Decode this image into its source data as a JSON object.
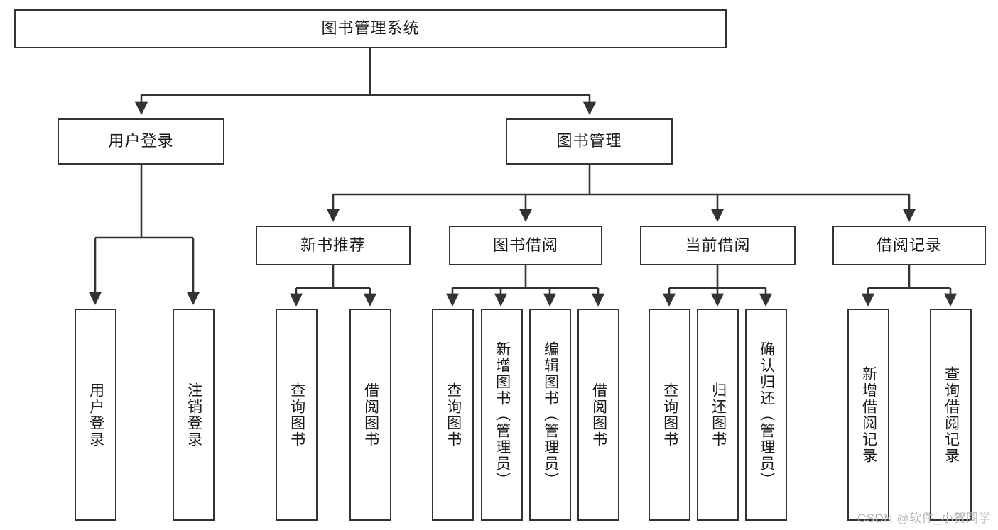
{
  "diagram": {
    "type": "tree",
    "title_node": {
      "label": "图书管理系统"
    },
    "level2": [
      {
        "label": "用户登录"
      },
      {
        "label": "图书管理"
      }
    ],
    "level3": [
      {
        "label": "新书推荐"
      },
      {
        "label": "图书借阅"
      },
      {
        "label": "当前借阅"
      },
      {
        "label": "借阅记录"
      }
    ],
    "leaves": {
      "user_login": [
        {
          "label": "用户登录"
        },
        {
          "label": "注销登录"
        }
      ],
      "new_book_recommend": [
        {
          "label": "查询图书"
        },
        {
          "label": "借阅图书"
        }
      ],
      "book_borrow": [
        {
          "label": "查询图书"
        },
        {
          "label": "新增图书（管理员）"
        },
        {
          "label": "编辑图书（管理员）"
        },
        {
          "label": "借阅图书"
        }
      ],
      "current_borrow": [
        {
          "label": "查询图书"
        },
        {
          "label": "归还图书"
        },
        {
          "label": "确认归还（管理员）"
        }
      ],
      "borrow_record": [
        {
          "label": "新增借阅记录"
        },
        {
          "label": "查询借阅记录"
        }
      ]
    }
  },
  "watermark": {
    "text": "CSDN @软件_小贺同学"
  },
  "colors": {
    "stroke": "#333333",
    "background": "#ffffff",
    "text": "#1a1a1a",
    "watermark": "#b8b8b8"
  }
}
